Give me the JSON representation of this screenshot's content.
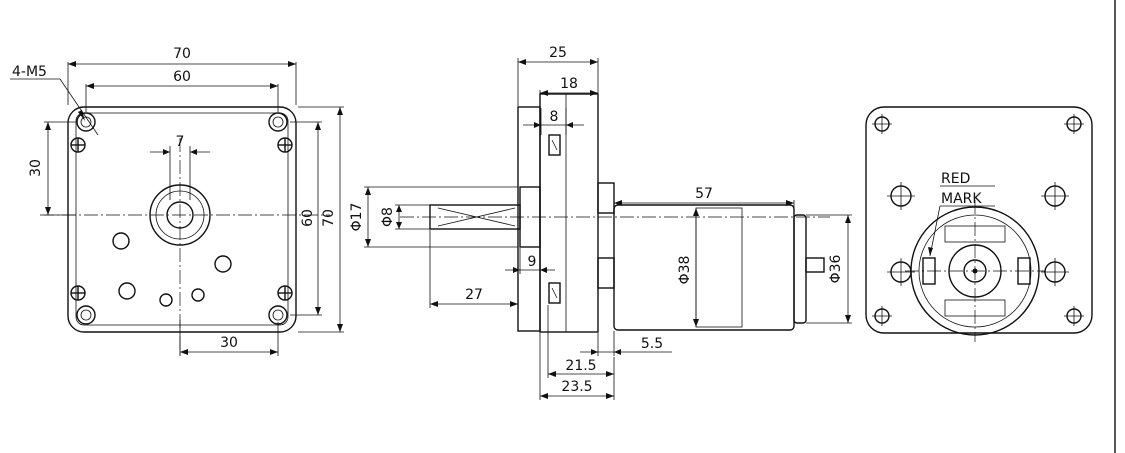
{
  "front_view": {
    "hole_callout": "4-M5",
    "dim_overall_width": "70",
    "dim_hole_spacing_h": "60",
    "dim_shaft_flat": "7",
    "dim_upper_offset": "30",
    "dim_hole_spacing_v": "60",
    "dim_overall_height": "70",
    "dim_lower_offset": "30"
  },
  "side_view": {
    "dim_gearbox_depth": "25",
    "dim_body_depth": "18",
    "dim_boss_depth": "8",
    "dim_motor_length": "57",
    "dim_shaft_dia": "Φ8",
    "dim_boss_dia": "Φ17",
    "dim_plate_thk": "9",
    "dim_shaft_length": "27",
    "dim_motor_dia": "Φ38",
    "dim_endcap_dia": "Φ36",
    "dim_step": "5.5",
    "dim_len_a": "21.5",
    "dim_len_b": "23.5"
  },
  "rear_view": {
    "note_line1": "RED",
    "note_line2": "MARK"
  }
}
